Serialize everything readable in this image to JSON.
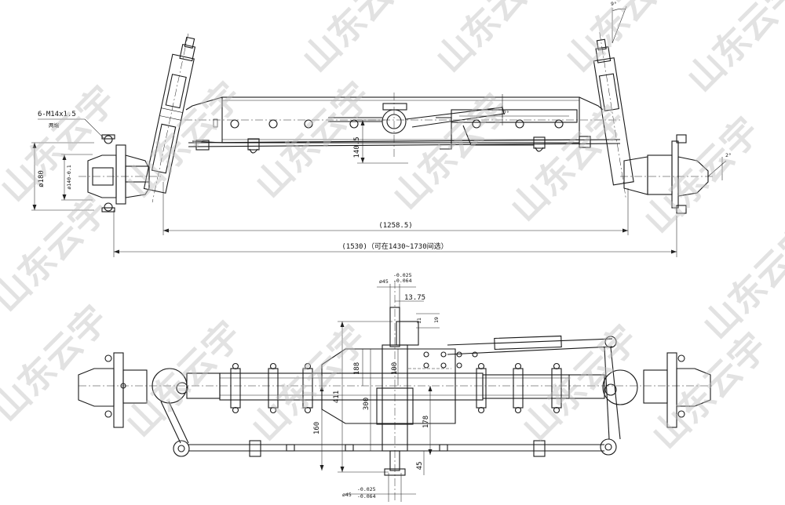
{
  "watermark": {
    "text": "山东云宇"
  },
  "top_view": {
    "thread_label": "6-M14x1.5",
    "thread_note": "两端",
    "angle_kingpin": "9°",
    "angle_arm": "7°",
    "angle_camber": "2°",
    "dim_height": "140.5",
    "dim_flange_outer": "ø180",
    "dim_flange_inner": "ø140-0.1",
    "dim_span_inner": "(1258.5)",
    "dim_span_outer": "(1530)（可在1430~1730间选）"
  },
  "bottom_view": {
    "dia_top": "ø45",
    "dia_top_tol_upper": "-0.025",
    "dia_top_tol_lower": "-0.064",
    "dim_13_75": "13.75",
    "dim_19": "19",
    "dim_11": "11",
    "dim_188": "188",
    "dim_100": "100",
    "dim_411": "411",
    "dim_300": "300",
    "dim_160": "160",
    "dim_178": "178",
    "dim_45": "45",
    "dia_bottom": "ø45",
    "dia_bottom_tol_upper": "-0.025",
    "dia_bottom_tol_lower": "-0.064"
  }
}
